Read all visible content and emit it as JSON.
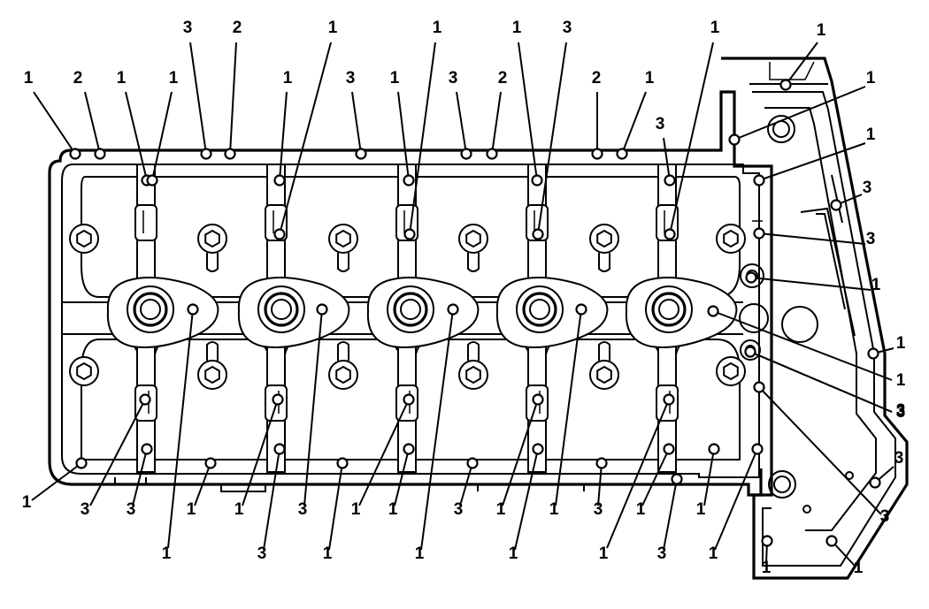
{
  "colors": {
    "ink": "#000000",
    "paper": "#ffffff"
  },
  "callouts": [
    "1",
    "2",
    "1",
    "1",
    "3",
    "2",
    "1",
    "1",
    "3",
    "1",
    "3",
    "2",
    "1",
    "1",
    "3",
    "2",
    "1",
    "1",
    "3",
    "1",
    "1",
    "3",
    "3",
    "1",
    "1",
    "3",
    "1",
    "1",
    "3",
    "1",
    "3",
    "3",
    "1",
    "1",
    "1",
    "3",
    "3",
    "1",
    "1",
    "1",
    "1",
    "3",
    "1",
    "1",
    "1",
    "3",
    "1",
    "1",
    "3",
    "1",
    "1",
    "3",
    "1",
    "1",
    "3"
  ]
}
